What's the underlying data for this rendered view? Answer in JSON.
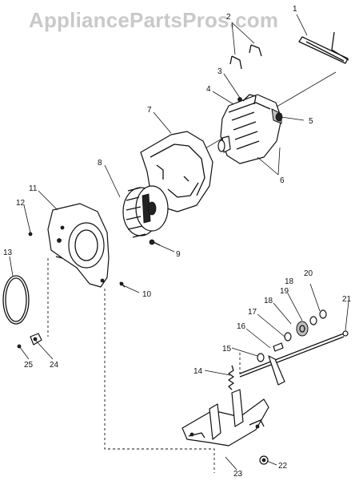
{
  "watermark": "AppliancePartsPros.com",
  "callouts": {
    "c1": "1",
    "c2": "2",
    "c3": "3",
    "c4": "4",
    "c5": "5",
    "c6": "6",
    "c7": "7",
    "c8": "8",
    "c9": "9",
    "c10": "10",
    "c11": "11",
    "c12": "12",
    "c13": "13",
    "c14": "14",
    "c15": "15",
    "c16": "16",
    "c17": "17",
    "c18a": "18",
    "c19": "19",
    "c18b": "18",
    "c20": "20",
    "c21": "21",
    "c22": "22",
    "c23": "23",
    "c24": "24",
    "c25": "25"
  },
  "colors": {
    "watermark": "#c9c9c9",
    "line": "#111111",
    "background": "#ffffff"
  }
}
